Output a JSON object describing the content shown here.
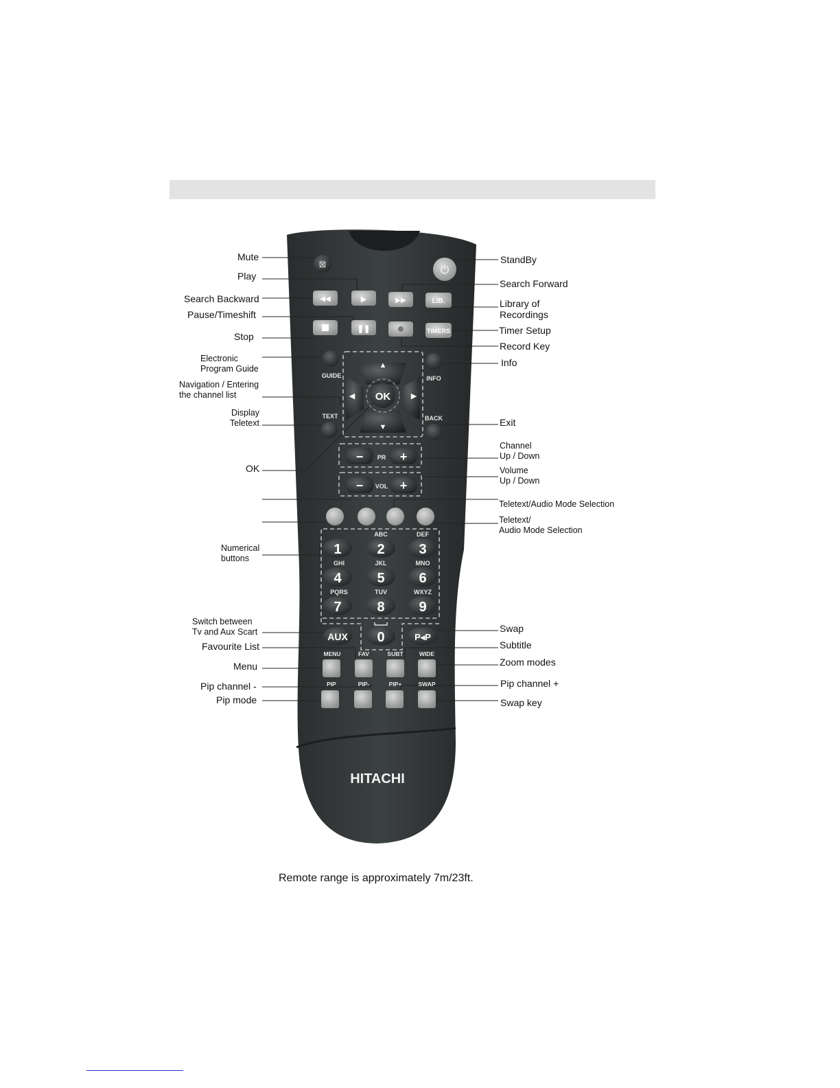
{
  "labels_left": {
    "mute": "Mute",
    "play": "Play",
    "search_backward": "Search Backward",
    "pause_timeshift": "Pause/Timeshift",
    "stop": "Stop",
    "epg": "Electronic\nProgram Guide",
    "navigation": "Navigation / Entering\nthe channel list",
    "display_teletext": "Display\nTeletext",
    "ok": "OK",
    "numerical": "Numerical\nbuttons",
    "switch_aux": "Switch between\nTv and Aux Scart",
    "favourite_list": "Favourite List",
    "menu": "Menu",
    "pip_channel_minus": "Pip channel -",
    "pip_mode": "Pip mode"
  },
  "labels_right": {
    "standby": "StandBy",
    "search_forward": "Search Forward",
    "library": "Library of\nRecordings",
    "timer_setup": "Timer Setup",
    "record_key": "Record Key",
    "info": "Info",
    "exit": "Exit",
    "channel": "Channel\nUp / Down",
    "volume": "Volume\nUp / Down",
    "teletext_audio_1": "Teletext/Audio Mode Selection",
    "teletext_audio_2": "Teletext/\nAudio Mode Selection",
    "swap": "Swap",
    "subtitle": "Subtitle",
    "zoom": "Zoom modes",
    "pip_channel_plus": "Pip channel +",
    "swap_key": "Swap key"
  },
  "remote": {
    "brand": "HITACHI",
    "lib": "LIB.",
    "timers": "TIMERS",
    "guide": "GUIDE",
    "info": "INFO",
    "text": "TEXT",
    "back": "BACK",
    "ok": "OK",
    "pr": "PR",
    "vol": "VOL",
    "minus": "−",
    "plus": "+",
    "digits": [
      "1",
      "2",
      "3",
      "4",
      "5",
      "6",
      "7",
      "8",
      "9",
      "0"
    ],
    "letters": [
      "ABC",
      "DEF",
      "GHI",
      "JKL",
      "MNO",
      "PQRS",
      "TUV",
      "WXYZ"
    ],
    "aux": "AUX",
    "ptp": "P◂P",
    "row_labels_1": [
      "MENU",
      "FAV",
      "SUBT",
      "WIDE"
    ],
    "row_labels_2": [
      "PIP",
      "PIP-",
      "PIP+",
      "SWAP"
    ]
  },
  "footer": "Remote range is approximately 7m/23ft."
}
